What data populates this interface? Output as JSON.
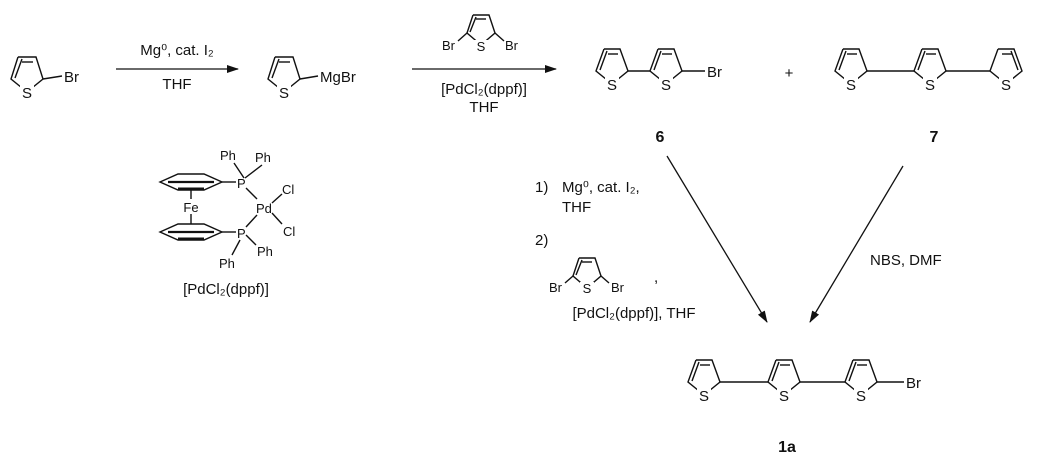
{
  "atoms": {
    "S": "S",
    "Br": "Br",
    "Fe": "Fe",
    "P": "P",
    "Pd": "Pd",
    "Cl": "Cl",
    "Ph": "Ph",
    "MgBr": "MgBr"
  },
  "step1": {
    "line1": "Mg⁰, cat. I₂",
    "line2": "THF"
  },
  "step2": {
    "line1": "[PdCl₂(dppf)]",
    "line2": "THF"
  },
  "plus": "+",
  "compound_labels": {
    "c6": "6",
    "c7": "7",
    "c1a": "1a"
  },
  "catalyst_label": "[PdCl₂(dppf)]",
  "route_6": {
    "step1": "1)",
    "reagents1_a": "Mg⁰, cat. I₂,",
    "reagents1_b": "THF",
    "step2": "2)",
    "comma": ",",
    "reagents2": "[PdCl₂(dppf)], THF"
  },
  "route_7": {
    "reagents": "NBS, DMF"
  }
}
